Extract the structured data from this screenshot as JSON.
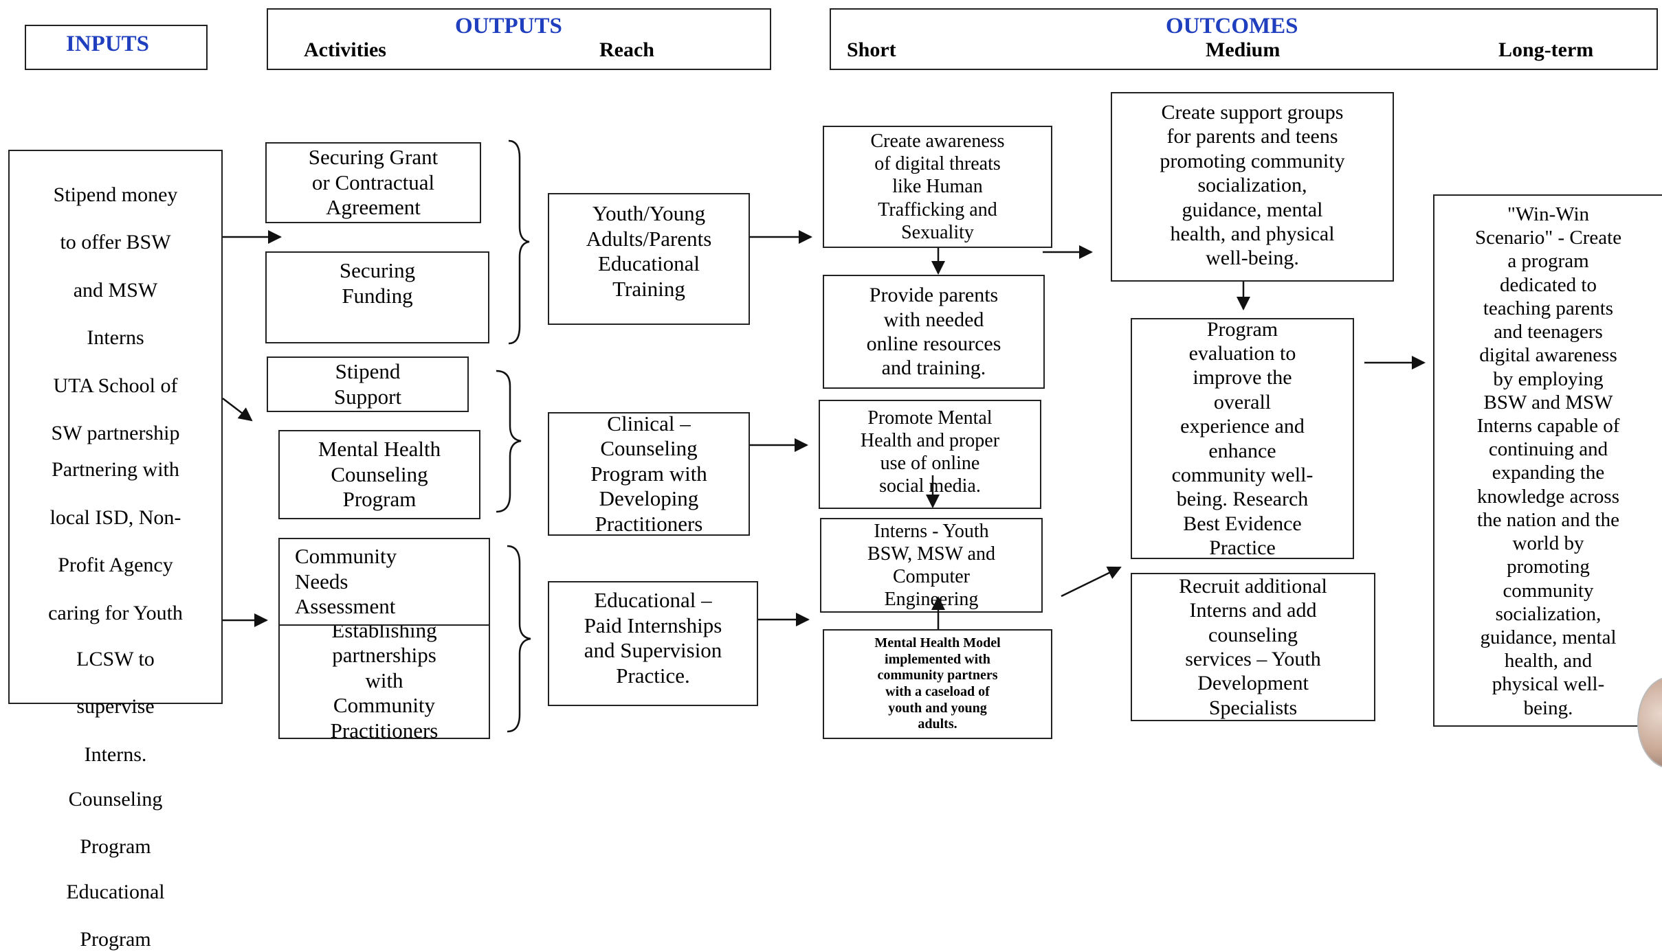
{
  "header": {
    "inputs": "INPUTS",
    "outputs": "OUTPUTS",
    "activities": "Activities",
    "reach": "Reach",
    "outcomes": "OUTCOMES",
    "short": "Short",
    "medium": "Medium",
    "long_term": "Long-term"
  },
  "inputs": {
    "items": [
      [
        "Stipend money",
        "to offer BSW",
        "and MSW",
        "Interns"
      ],
      [
        "UTA School of",
        "SW partnership"
      ],
      [
        "Partnering with",
        "local ISD, Non-",
        "Profit Agency",
        "caring for Youth"
      ],
      [
        "LCSW to",
        "supervise",
        "Interns."
      ],
      [
        "Counseling",
        "Program"
      ],
      [
        "Educational",
        "Program"
      ]
    ]
  },
  "activities": {
    "grant": [
      "Securing Grant",
      "or Contractual",
      "Agreement"
    ],
    "funding": [
      "Securing",
      "Funding"
    ],
    "stipend": [
      "Stipend",
      "Support"
    ],
    "mental_health": [
      "Mental Health",
      "Counseling",
      "Program"
    ],
    "community_needs": [
      "Community",
      "Needs",
      "Assessment"
    ],
    "partnerships": [
      "Establishing",
      "partnerships",
      "with",
      "Community",
      "Practitioners"
    ]
  },
  "reach": {
    "youth": [
      "Youth/Young",
      "Adults/Parents",
      "Educational",
      "Training"
    ],
    "clinical": [
      "Clinical –",
      "Counseling",
      "Program with",
      "Developing",
      "Practitioners"
    ],
    "educational": [
      "Educational –",
      "Paid Internships",
      "and Supervision",
      "Practice."
    ]
  },
  "short": {
    "awareness": [
      "Create awareness",
      "of digital threats",
      "like Human",
      "Trafficking and",
      "Sexuality"
    ],
    "provide": [
      "Provide parents",
      "with needed",
      "online resources",
      "and training."
    ],
    "promote": [
      "Promote Mental",
      "Health and proper",
      "use of online",
      "social media."
    ],
    "interns": [
      "Interns - Youth",
      "BSW, MSW and",
      "Computer",
      "Engineering"
    ],
    "model": [
      "Mental Health Model",
      "implemented with",
      "community partners",
      "with a caseload of",
      "youth and young",
      "adults."
    ]
  },
  "medium": {
    "support": [
      "Create support groups",
      "for parents and teens",
      "promoting community",
      "socialization,",
      "guidance, mental",
      "health, and physical",
      "well-being."
    ],
    "evaluation": [
      "Program",
      "evaluation to",
      "improve the",
      "overall",
      "experience and",
      "enhance",
      "community well-",
      "being. Research",
      "Best Evidence",
      "Practice"
    ],
    "recruit": [
      "Recruit additional",
      "Interns and add",
      "counseling",
      "services – Youth",
      "Development",
      "Specialists"
    ]
  },
  "long_term": {
    "win": [
      "\"Win-Win",
      "Scenario\" - Create",
      "a program",
      "dedicated to",
      "teaching parents",
      "and teenagers",
      "digital awareness",
      "by employing",
      "BSW and MSW",
      "Interns capable of",
      "continuing and",
      "expanding the",
      "knowledge across",
      "the nation and the",
      "world by",
      "promoting",
      "community",
      "socialization,",
      "guidance, mental",
      "health, and",
      "physical well-",
      "being."
    ]
  }
}
